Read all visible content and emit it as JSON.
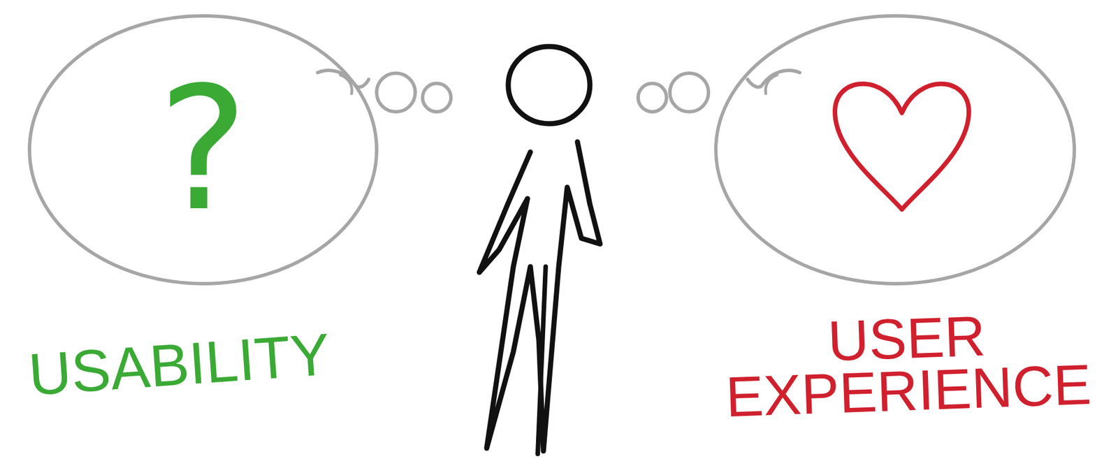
{
  "diagram": {
    "nodes": [
      {
        "text": [
          "?",
          "USABILITY"
        ]
      },
      {
        "text": [
          "USER EXPERIENCE"
        ]
      }
    ]
  }
}
